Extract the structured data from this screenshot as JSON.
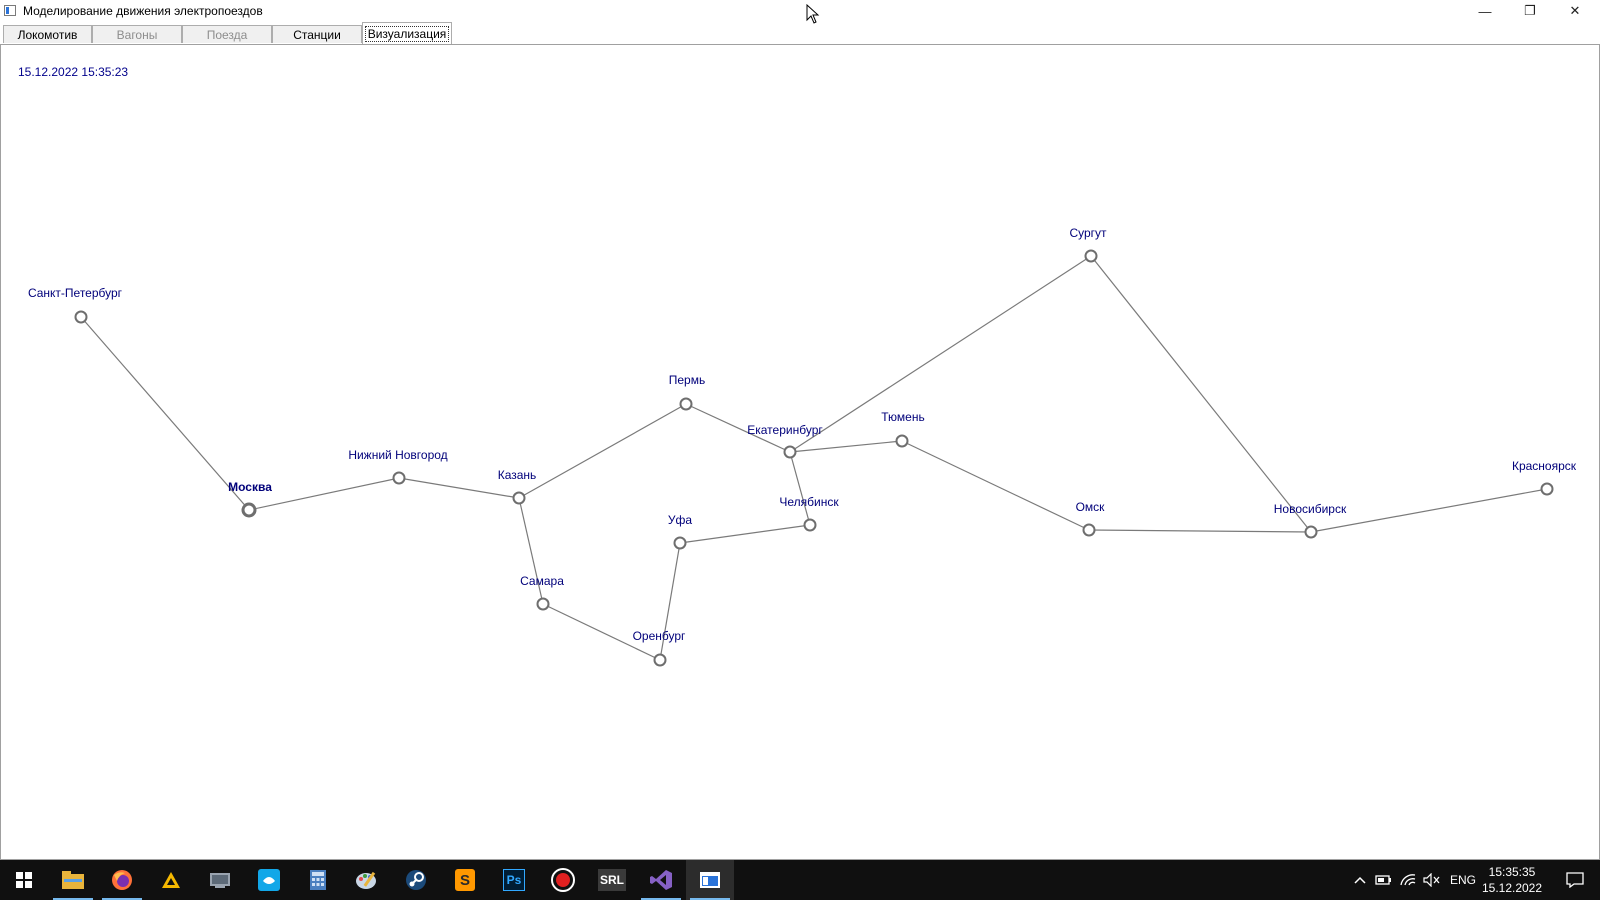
{
  "window": {
    "title": "Моделирование движения электропоездов",
    "buttons": {
      "minimize": "—",
      "restore": "❐",
      "close": "✕"
    }
  },
  "tabs": [
    {
      "label": "Локомотив",
      "state": "enabled"
    },
    {
      "label": "Вагоны",
      "state": "disabled"
    },
    {
      "label": "Поезда",
      "state": "disabled"
    },
    {
      "label": "Станции",
      "state": "enabled"
    },
    {
      "label": "Визуализация",
      "state": "active"
    }
  ],
  "visualization": {
    "datetime": "15.12.2022 15:35:23",
    "stations": [
      {
        "id": "spb",
        "name": "Санкт-Петербург"
      },
      {
        "id": "msk",
        "name": "Москва",
        "highlight": true
      },
      {
        "id": "nn",
        "name": "Нижний Новгород"
      },
      {
        "id": "kzn",
        "name": "Казань"
      },
      {
        "id": "smr",
        "name": "Самара"
      },
      {
        "id": "orb",
        "name": "Оренбург"
      },
      {
        "id": "ufa",
        "name": "Уфа"
      },
      {
        "id": "prm",
        "name": "Пермь"
      },
      {
        "id": "ekb",
        "name": "Екатеринбург"
      },
      {
        "id": "chl",
        "name": "Челябинск"
      },
      {
        "id": "tmn",
        "name": "Тюмень"
      },
      {
        "id": "srg",
        "name": "Сургут"
      },
      {
        "id": "oms",
        "name": "Омск"
      },
      {
        "id": "nsk",
        "name": "Новосибирск"
      },
      {
        "id": "krs",
        "name": "Красноярск"
      }
    ],
    "connections": [
      [
        "spb",
        "msk"
      ],
      [
        "msk",
        "nn"
      ],
      [
        "nn",
        "kzn"
      ],
      [
        "kzn",
        "prm"
      ],
      [
        "kzn",
        "smr"
      ],
      [
        "smr",
        "orb"
      ],
      [
        "orb",
        "ufa"
      ],
      [
        "ufa",
        "chl"
      ],
      [
        "prm",
        "ekb"
      ],
      [
        "ekb",
        "chl"
      ],
      [
        "ekb",
        "tmn"
      ],
      [
        "ekb",
        "srg"
      ],
      [
        "srg",
        "nsk"
      ],
      [
        "tmn",
        "oms"
      ],
      [
        "oms",
        "nsk"
      ],
      [
        "nsk",
        "krs"
      ]
    ]
  },
  "taskbar": {
    "apps": [
      {
        "name": "start-icon",
        "running": false
      },
      {
        "name": "file-explorer-icon",
        "running": true
      },
      {
        "name": "firefox-icon",
        "running": true
      },
      {
        "name": "app-triangle-icon",
        "running": false
      },
      {
        "name": "system-info-icon",
        "running": false
      },
      {
        "name": "app-cyan-icon",
        "running": false
      },
      {
        "name": "calculator-icon",
        "running": false
      },
      {
        "name": "paint-icon",
        "running": false
      },
      {
        "name": "steam-icon",
        "running": false
      },
      {
        "name": "sublime-icon",
        "running": false
      },
      {
        "name": "photoshop-icon",
        "running": false
      },
      {
        "name": "record-icon",
        "running": false
      },
      {
        "name": "srl-icon",
        "running": false
      },
      {
        "name": "visual-studio-icon",
        "running": true
      },
      {
        "name": "train-app-icon",
        "running": true,
        "active": true
      }
    ],
    "sublime_label": "S",
    "photoshop_label": "Ps",
    "srl_label": "SRL",
    "tray_language": "ENG",
    "clock_time": "15:35:35",
    "clock_date": "15.12.2022"
  }
}
